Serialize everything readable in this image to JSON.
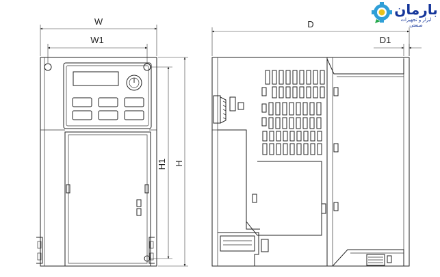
{
  "logo": {
    "brand_text": "بارمان",
    "tagline": "ابزار و تجهیزات صنعتی",
    "colors": {
      "primary": "#14359a",
      "secondary": "#2f9fd8",
      "accent": "#e9c21b",
      "green": "#23a84a"
    },
    "icon": "gear-icon"
  },
  "dimensions": {
    "width": "W",
    "width_inner": "W1",
    "height": "H",
    "height_inner": "H1",
    "depth": "D",
    "depth_inner": "D1"
  }
}
